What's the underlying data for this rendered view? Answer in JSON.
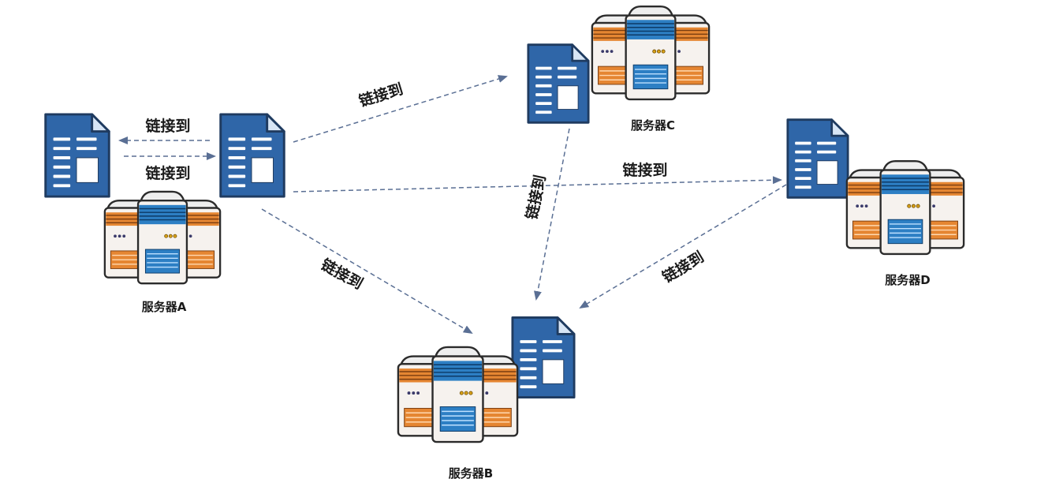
{
  "diagram": {
    "nodes": [
      {
        "id": "A",
        "label": "服务器A"
      },
      {
        "id": "B",
        "label": "服务器B"
      },
      {
        "id": "C",
        "label": "服务器C"
      },
      {
        "id": "D",
        "label": "服务器D"
      }
    ],
    "edges": [
      {
        "from": "A-doc2",
        "to": "A-doc1",
        "label": "链接到"
      },
      {
        "from": "A-doc1",
        "to": "A-doc2",
        "label": "链接到"
      },
      {
        "from": "A",
        "to": "C",
        "label": "链接到"
      },
      {
        "from": "A",
        "to": "D",
        "label": "链接到"
      },
      {
        "from": "A",
        "to": "B",
        "label": "链接到"
      },
      {
        "from": "C",
        "to": "B",
        "label": "链接到"
      },
      {
        "from": "D",
        "to": "B",
        "label": "链接到"
      }
    ]
  },
  "colors": {
    "arrow": "#5a6f94",
    "document": "#2f66a8",
    "document_outline": "#1f3b60",
    "server_orange": "#e58632",
    "server_blue": "#2d7fc4",
    "server_body": "#f6f2ee"
  },
  "icons": [
    "document-icon",
    "server-rack-icon"
  ]
}
